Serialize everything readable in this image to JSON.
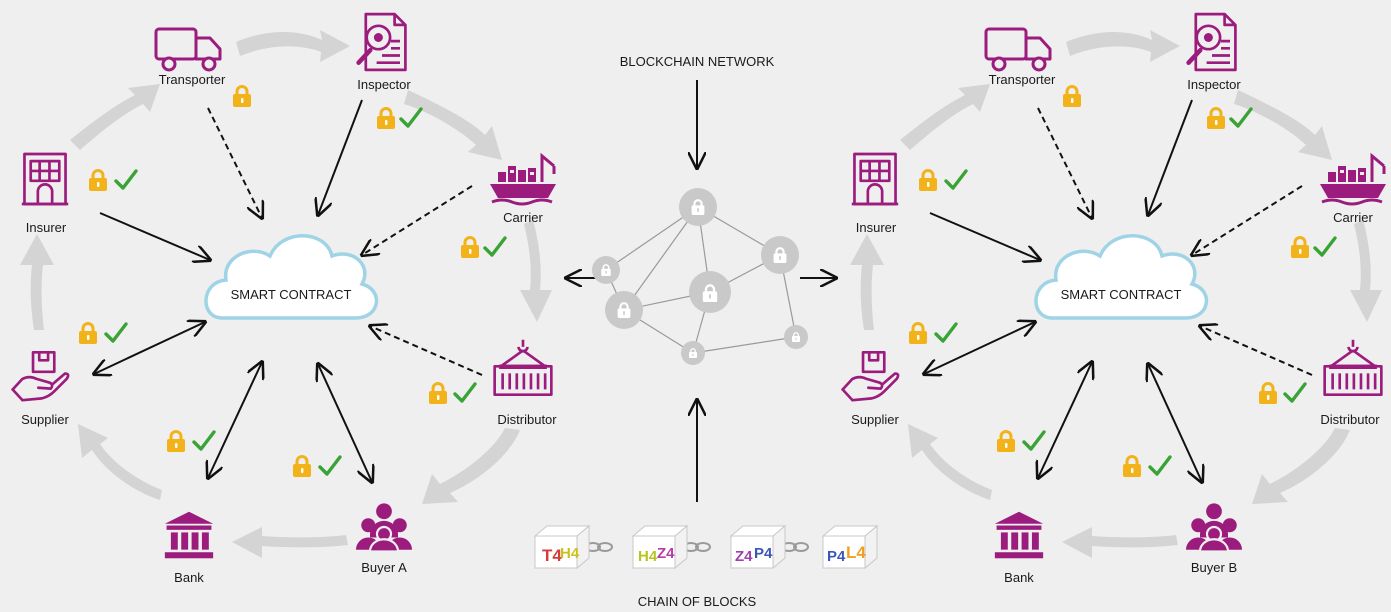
{
  "network_label": "BLOCKCHAIN NETWORK",
  "chain_label": "CHAIN OF BLOCKS",
  "left": {
    "contract": "SMART CONTRACT",
    "transporter": "Transporter",
    "inspector": "Inspector",
    "carrier": "Carrier",
    "insurer": "Insurer",
    "supplier": "Supplier",
    "distributor": "Distributor",
    "bank": "Bank",
    "buyer": "Buyer A"
  },
  "right": {
    "contract": "SMART CONTRACT",
    "transporter": "Transporter",
    "inspector": "Inspector",
    "carrier": "Carrier",
    "insurer": "Insurer",
    "supplier": "Supplier",
    "distributor": "Distributor",
    "bank": "Bank",
    "buyer": "Buyer B"
  },
  "blocks": [
    {
      "a": "T4",
      "b": "H4"
    },
    {
      "a": "H4",
      "b": "Z4"
    },
    {
      "a": "Z4",
      "b": "P4"
    },
    {
      "a": "P4",
      "b": "L4"
    }
  ],
  "colors": {
    "actor": "#9c1c7e",
    "lock": "#f2b31a",
    "check": "#3aa335",
    "flow_arrow": "#d4d4d4",
    "cloud": "#9fd3e6",
    "node": "#c9c9c9"
  }
}
